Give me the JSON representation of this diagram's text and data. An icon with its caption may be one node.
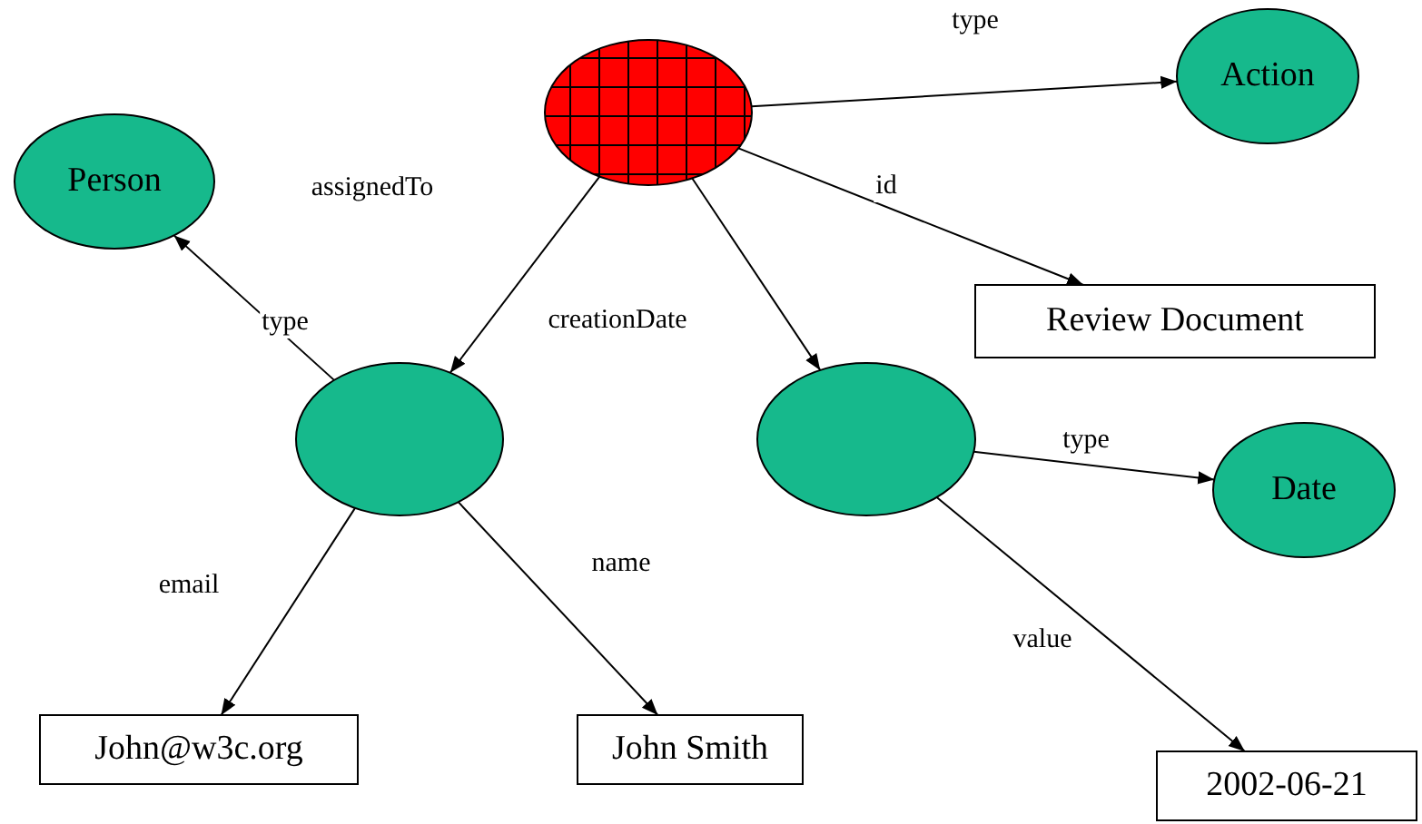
{
  "diagram": {
    "nodes": [
      {
        "text": [],
        "shape": "circle"
      },
      {
        "text": [
          "Action"
        ]
      },
      {
        "text": [
          "Person"
        ]
      },
      {
        "text": [
          "Review Document"
        ]
      },
      {
        "text": [],
        "shape": "circle"
      },
      {
        "text": [],
        "shape": "circle"
      },
      {
        "text": [
          "Date"
        ]
      },
      {
        "text": [
          "John@w3c.org"
        ]
      },
      {
        "text": [
          "John Smith"
        ]
      },
      {
        "text": [
          "2002-06-21"
        ]
      }
    ],
    "edges": [
      {
        "from": 0,
        "to": 1,
        "arrow": "to",
        "label": "type"
      },
      {
        "from": 0,
        "to": 3,
        "arrow": "to",
        "label": "id"
      },
      {
        "from": 0,
        "to": 4,
        "arrow": "to",
        "label": "assignedTo"
      },
      {
        "from": 0,
        "to": 5,
        "arrow": "to",
        "label": "creationDate"
      },
      {
        "from": 4,
        "to": 2,
        "arrow": "to",
        "label": "type"
      },
      {
        "from": 4,
        "to": 7,
        "arrow": "to",
        "label": "email"
      },
      {
        "from": 4,
        "to": 8,
        "arrow": "to",
        "label": "name"
      },
      {
        "from": 5,
        "to": 6,
        "arrow": "to",
        "label": "type"
      },
      {
        "from": 5,
        "to": 9,
        "arrow": "to",
        "label": "value"
      }
    ]
  }
}
